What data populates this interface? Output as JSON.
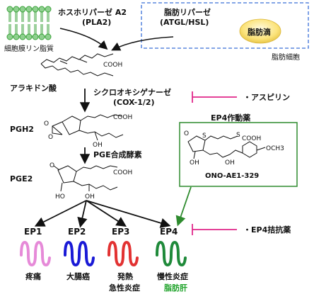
{
  "phospholipase": {
    "name": "ホスホリパーゼ A2",
    "abbr": "(PLA2)",
    "source": "細胞膜リン脂質"
  },
  "lipase": {
    "name": "脂肪リパーゼ",
    "abbr": "(ATGL/HSL)",
    "droplet": "脂肪滴",
    "cell": "脂肪細胞"
  },
  "arachidonic": {
    "label": "アラキドン酸",
    "cooh": "COOH"
  },
  "cox": {
    "name": "シクロオキシゲナーゼ",
    "abbr": "(COX-1/2)"
  },
  "aspirin": {
    "label": "・アスピリン"
  },
  "pgh2": {
    "label": "PGH2",
    "cooh": "COOH",
    "oh": "OH",
    "o1": "O",
    "o2": "O"
  },
  "pges": {
    "label": "PGE合成酵素"
  },
  "pge2": {
    "label": "PGE2",
    "cooh": "COOH",
    "oh1": "HO",
    "oh2": "OH",
    "o": "O"
  },
  "agonist": {
    "title": "EP4作動薬",
    "name": "ONO-AE1-329",
    "s1": "S",
    "s2": "S",
    "cooh": "COOH",
    "oh1": "OH",
    "oh2": "OH",
    "och3": "OCH3",
    "o": "O"
  },
  "receptors": [
    {
      "label": "EP1",
      "color": "#e68ad8",
      "effect": "疼痛",
      "effect2": ""
    },
    {
      "label": "EP2",
      "color": "#1a1ad6",
      "effect": "大腸癌",
      "effect2": ""
    },
    {
      "label": "EP3",
      "color": "#e23232",
      "effect": "発熱",
      "effect2": "急性炎症"
    },
    {
      "label": "EP4",
      "color": "#1f8a3a",
      "effect": "慢性炎症",
      "effect2": "脂肪肝"
    }
  ],
  "antagonist": {
    "label": "・EP4拮抗薬"
  },
  "colors": {
    "inhibit": "#e0278a",
    "agonist_box": "#2e8b2e",
    "fatty_liver": "#1fa32a",
    "lipase_box": "#3a6fd8"
  }
}
